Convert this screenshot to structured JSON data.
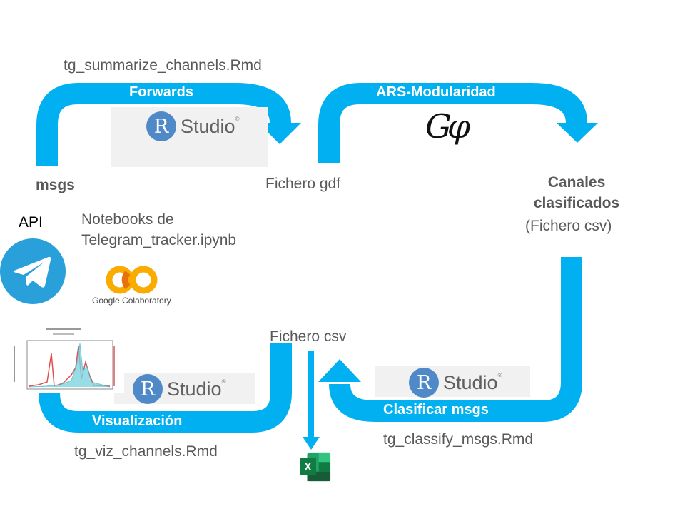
{
  "colors": {
    "flow": "#00b0f0",
    "text": "#595959",
    "rstudio_blue": "#4f89c8",
    "telegram": "#2aa0da",
    "colab_orange": "#f9ab00",
    "excel_green": "#1e7145"
  },
  "labels": {
    "summarize_script": "tg_summarize_channels.Rmd",
    "forwards": "Forwards",
    "ars": "ARS-Modularidad",
    "msgs": "msgs",
    "gdf_file": "Fichero gdf",
    "canales": "Canales clasificados",
    "csv_paren": "(Fichero csv)",
    "api": "API",
    "notebooks_line1": "Notebooks de",
    "notebooks_line2": "Telegram_tracker.ipynb",
    "colab_caption": "Google Colaboratory",
    "csv_file": "Fichero csv",
    "visualizacion": "Visualización",
    "clasificar": "Clasificar msgs",
    "viz_script": "tg_viz_channels.Rmd",
    "classify_script": "tg_classify_msgs.Rmd"
  },
  "logos": {
    "rstudio_letter": "R",
    "rstudio_word": "Studio",
    "rstudio_reg": "®",
    "gephi_mark": "Gφ",
    "excel_letter": "X"
  },
  "icons": [
    "telegram-icon",
    "colab-icon",
    "gephi-logo",
    "excel-icon",
    "rstudio-logo",
    "chart-thumbnail"
  ]
}
